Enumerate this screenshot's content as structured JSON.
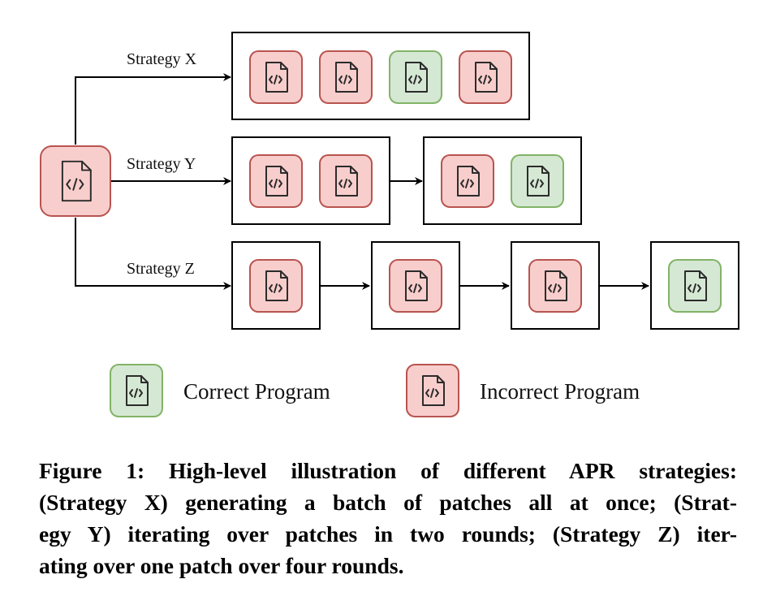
{
  "strategies": [
    {
      "label": "Strategy X",
      "rounds": [
        [
          "incorrect",
          "incorrect",
          "correct",
          "incorrect"
        ]
      ]
    },
    {
      "label": "Strategy Y",
      "rounds": [
        [
          "incorrect",
          "incorrect"
        ],
        [
          "incorrect",
          "correct"
        ]
      ]
    },
    {
      "label": "Strategy Z",
      "rounds": [
        [
          "incorrect"
        ],
        [
          "incorrect"
        ],
        [
          "incorrect"
        ],
        [
          "correct"
        ]
      ]
    }
  ],
  "source": {
    "status": "incorrect"
  },
  "legend": {
    "correct_label": "Correct Program",
    "incorrect_label": "Incorrect Program"
  },
  "colors": {
    "correct_fill": "#d5e8d4",
    "correct_stroke": "#82b366",
    "incorrect_fill": "#f8cecc",
    "incorrect_stroke": "#b85450",
    "icon_stroke": "#2b2b2b"
  },
  "icon": "code-file-icon",
  "caption": {
    "line1": "Figure 1: High-level illustration of different APR strategies:",
    "line2": "(Strategy X) generating a batch of patches all at once; (Strat-",
    "line3": "egy Y) iterating over patches in two rounds; (Strategy Z) iter-",
    "line4": "ating over one patch over four rounds."
  }
}
